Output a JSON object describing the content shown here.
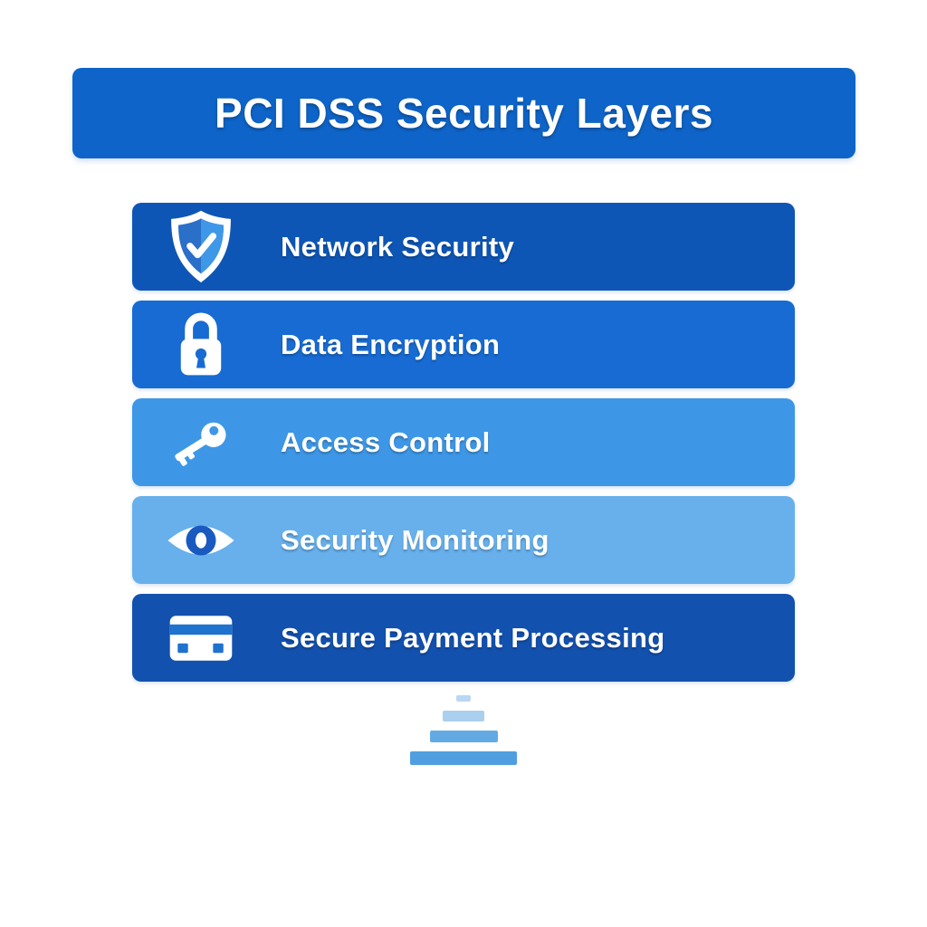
{
  "title": "PCI DSS Security Layers",
  "colors": {
    "title_bg": "#0e64c8",
    "shield_inner_left": "#2a6fc8",
    "shield_inner_right": "#3f97e8",
    "eye_iris": "#1a5ac0",
    "card_detail": "#1f72ce"
  },
  "layers": [
    {
      "label": "Network Security",
      "icon": "shield-check-icon",
      "bg": "#0e56b6"
    },
    {
      "label": "Data Encryption",
      "icon": "lock-icon",
      "bg": "#186bd2"
    },
    {
      "label": "Access Control",
      "icon": "key-icon",
      "bg": "#3e97e6"
    },
    {
      "label": "Security Monitoring",
      "icon": "eye-icon",
      "bg": "#67b0ec"
    },
    {
      "label": "Secure Payment Processing",
      "icon": "credit-card-icon",
      "bg": "#1351af"
    }
  ],
  "pyramid": {
    "bars": [
      {
        "width": 16,
        "height": 7,
        "color": "#b9d7f2"
      },
      {
        "width": 46,
        "height": 12,
        "color": "#abcfee"
      },
      {
        "width": 75,
        "height": 13,
        "color": "#63aae4"
      },
      {
        "width": 118,
        "height": 15,
        "color": "#4f9fe0"
      }
    ]
  }
}
